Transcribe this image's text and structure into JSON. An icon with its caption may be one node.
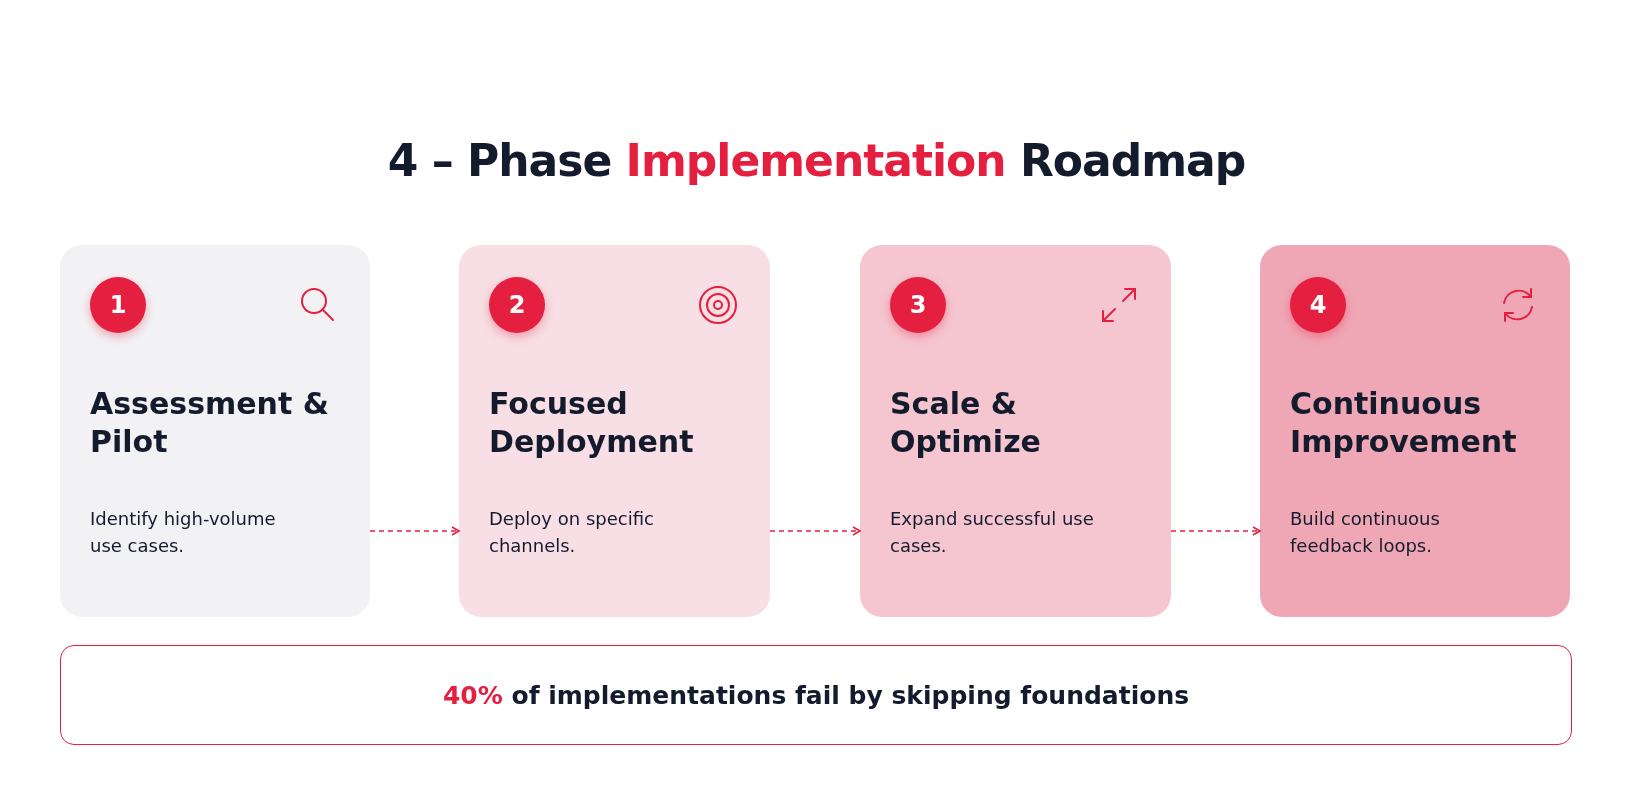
{
  "diagram": {
    "title": "4 – Phase **Implementation** Roadmap",
    "nodes": [
      {
        "text": [
          "Assessment & Pilot",
          "Identify high-volume use cases."
        ]
      },
      {
        "text": [
          "1"
        ],
        "in": 0
      },
      {
        "text": [
          "Focused Deployment",
          "Deploy on specific channels."
        ]
      },
      {
        "text": [
          "2"
        ],
        "in": 2
      },
      {
        "text": [
          "Scale & Optimize",
          "Expand successful use cases."
        ]
      },
      {
        "text": [
          "3"
        ],
        "in": 4
      },
      {
        "text": [
          "Continuous Improvement",
          "Build continuous feedback loops."
        ]
      },
      {
        "text": [
          "4"
        ],
        "in": 6
      },
      {
        "text": [
          "**40%** of implementations fail by skipping foundations"
        ]
      }
    ],
    "edges": [
      {
        "from": 0,
        "to": 2,
        "arrow": "to",
        "style": "dashed"
      },
      {
        "from": 2,
        "to": 4,
        "arrow": "to",
        "style": "dashed"
      },
      {
        "from": 4,
        "to": 6,
        "arrow": "to",
        "style": "dashed"
      }
    ]
  }
}
